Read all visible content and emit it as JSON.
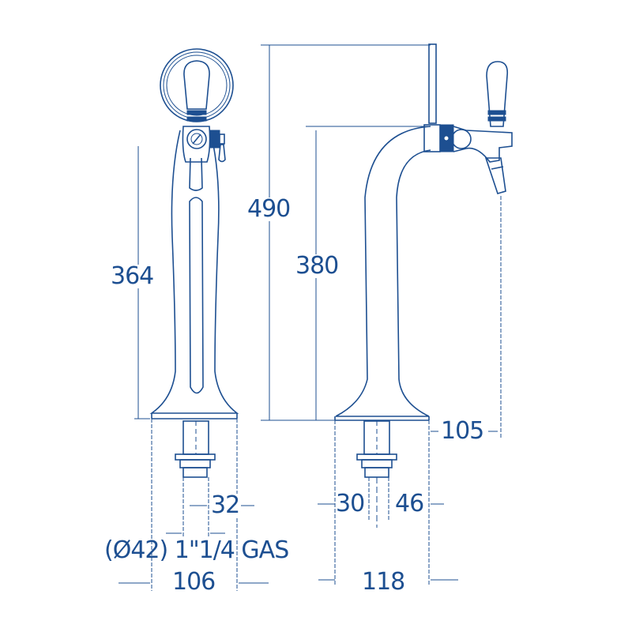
{
  "drawing": {
    "title": "Beer tap tower dimensional drawing",
    "line_color": "#1d4f91",
    "background": "#ffffff",
    "units": "mm"
  },
  "front_view": {
    "dimensions": {
      "height": "364",
      "shank_width": "32",
      "thread": "(Ø42) 1\"1/4 GAS",
      "base_width": "106"
    }
  },
  "side_view": {
    "dimensions": {
      "total_height": "490",
      "spout_height": "380",
      "reach": "105",
      "shank_offset_left": "30",
      "shank_offset_right": "46",
      "base_width": "118"
    }
  }
}
